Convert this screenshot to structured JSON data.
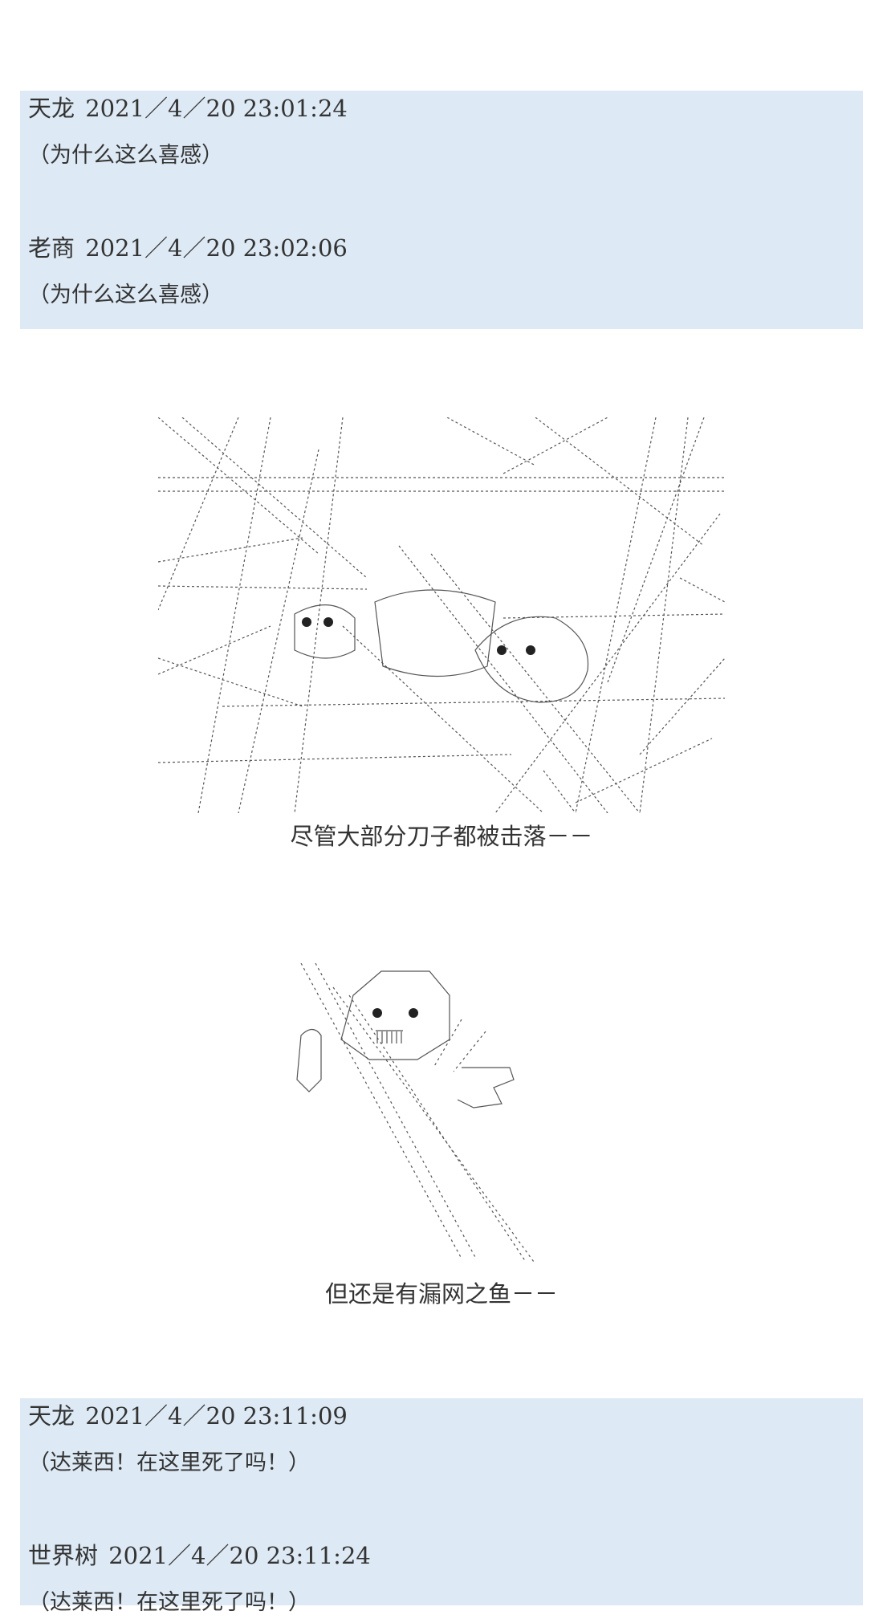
{
  "comments_top": [
    {
      "author": "天龙",
      "timestamp": "2021／4／20 23:01:24",
      "text": "（为什么这么喜感）"
    },
    {
      "author": "老商",
      "timestamp": "2021／4／20 23:02:06",
      "text": "（为什么这么喜感）"
    }
  ],
  "story": {
    "caption_1": "尽管大部分刀子都被击落－－",
    "caption_2": "但还是有漏网之鱼－－"
  },
  "comments_bottom": [
    {
      "author": "天龙",
      "timestamp": "2021／4／20 23:11:09",
      "text": "（达莱西！在这里死了吗！）"
    },
    {
      "author": "世界树",
      "timestamp": "2021／4／20 23:11:24",
      "text": "（达莱西！在这里死了吗！）"
    }
  ],
  "colors": {
    "comment_bg": "#dde9f4",
    "text": "#333333"
  }
}
